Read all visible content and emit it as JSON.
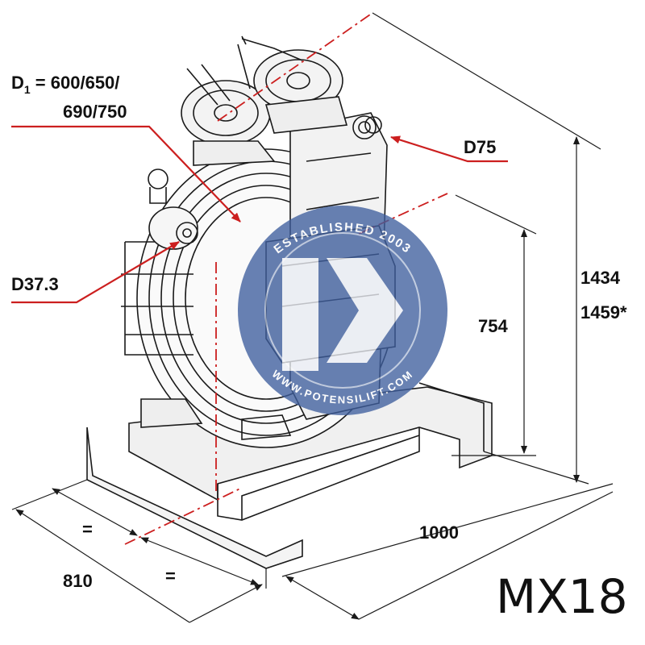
{
  "title": "MX18",
  "labels": {
    "d1_line1_prefix": "D",
    "d1_sub": "1",
    "d1_line1_rest": " = 600/650/",
    "d1_line2": "690/750",
    "d75": "D75",
    "d373": "D37.3",
    "h1434": "1434",
    "h1459": "1459*",
    "h754": "754",
    "w1000": "1000",
    "w810": "810",
    "eq_upper": "=",
    "eq_lower": "="
  },
  "watermark": {
    "top_text": "ESTABLISHED 2003",
    "bottom_text": "WWW.POTENSILIFT.COM",
    "color": "#3f5f9e"
  },
  "colors": {
    "leader": "#cc1f1f",
    "lines": "#1a1a1a"
  }
}
